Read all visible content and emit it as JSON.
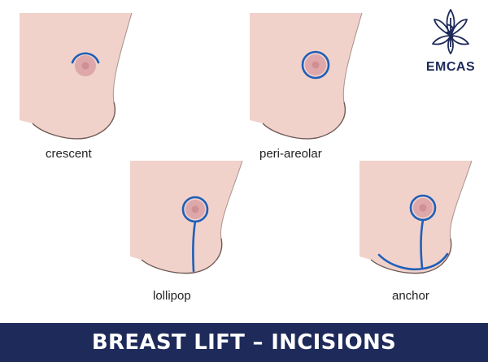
{
  "brand": {
    "name": "EMCAS",
    "navy": "#1e2a5a",
    "icon": "lotus-caduceus-icon"
  },
  "colors": {
    "skin": "#f1d2cb",
    "skin_shadow": "#e5bfb6",
    "outline": "#6f5a55",
    "areola": "#dea7aa",
    "nipple": "#cf8f95",
    "incision": "#1f5fb8",
    "banner_bg": "#1e2a5a"
  },
  "panels": [
    {
      "id": "crescent",
      "label": "crescent"
    },
    {
      "id": "peri-areolar",
      "label": "peri-areolar"
    },
    {
      "id": "lollipop",
      "label": "lollipop"
    },
    {
      "id": "anchor",
      "label": "anchor"
    }
  ],
  "banner": {
    "title": "BREAST LIFT – INCISIONS"
  }
}
